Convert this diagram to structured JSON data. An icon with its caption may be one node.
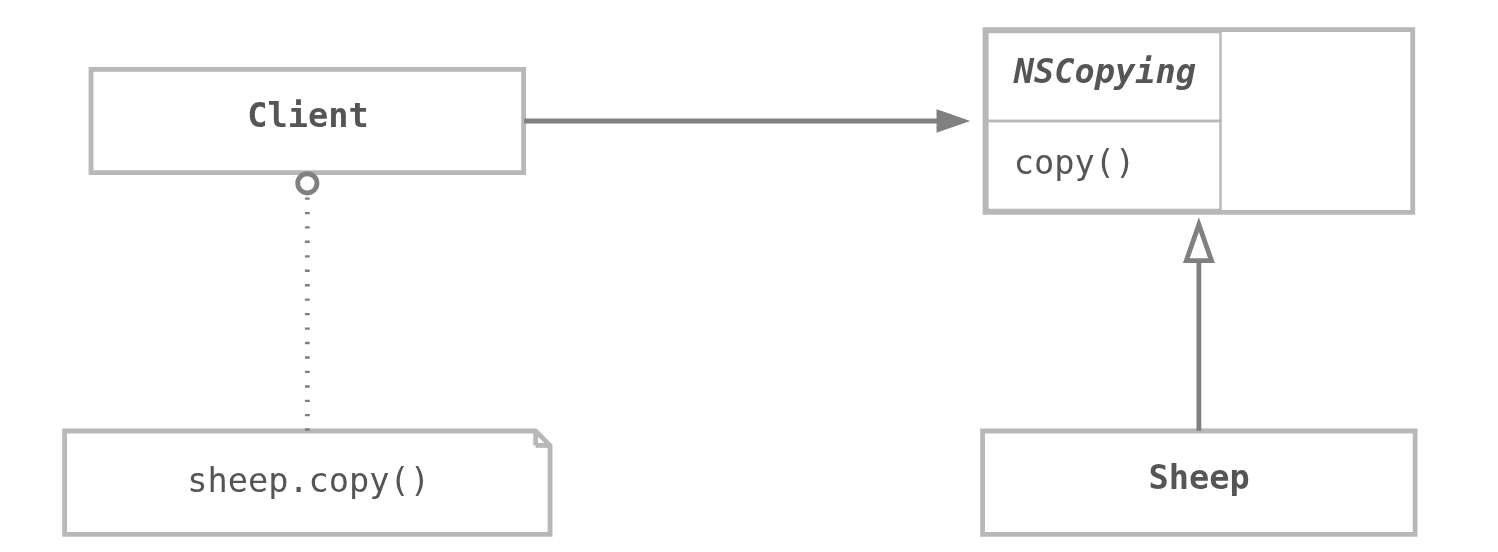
{
  "diagram": {
    "nodes": [
      {
        "text": [
          "Client"
        ]
      },
      {
        "text": [
          "NSCopying",
          "copy()"
        ]
      },
      {
        "text": [
          "sheep.copy()"
        ]
      },
      {
        "text": [
          "Sheep"
        ]
      }
    ],
    "edges": [
      {
        "from": 0,
        "to": 1,
        "arrow": "to"
      },
      {
        "from": 2,
        "to": 0,
        "arrow": "other",
        "style": "dashed"
      },
      {
        "from": 3,
        "to": 1,
        "arrow": "to"
      }
    ]
  }
}
